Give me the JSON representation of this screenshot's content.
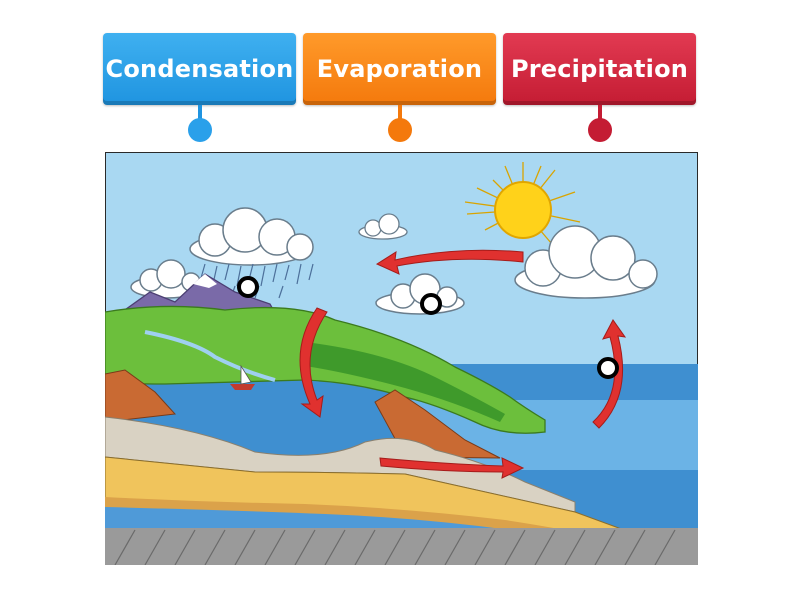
{
  "labels": [
    {
      "text": "Condensation",
      "color": "#1f94e0"
    },
    {
      "text": "Evaporation",
      "color": "#f4790c"
    },
    {
      "text": "Precipitation",
      "color": "#c41c33"
    }
  ],
  "colors": {
    "sky": "#a9d8f2",
    "sea": "#3f8fd0",
    "sun": "#ffd21a",
    "arrow": "#e0312f",
    "grass": "#6cbf3c",
    "earth": "#c96a33"
  }
}
